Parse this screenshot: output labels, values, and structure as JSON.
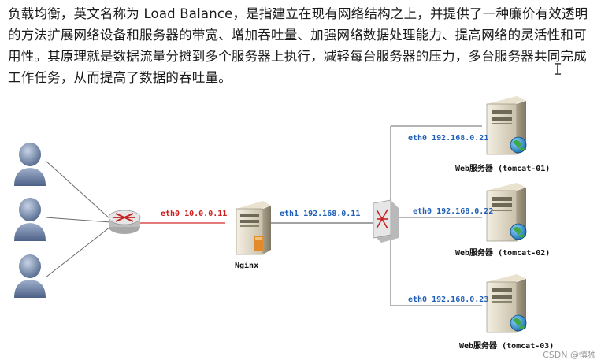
{
  "intro": {
    "text": "负载均衡，英文名称为 Load Balance，是指建立在现有网络结构之上，并提供了一种廉价有效透明的方法扩展网络设备和服务器的带宽、增加吞吐量、加强网络数据处理能力、提高网络的灵活性和可用性。其原理就是数据流量分摊到多个服务器上执行，减轻每台服务器的压力，多台服务器共同完成工作任务，从而提高了数据的吞吐量。"
  },
  "cursor": "I",
  "diagram": {
    "clients": [
      {
        "icon": "user-icon"
      },
      {
        "icon": "user-icon"
      },
      {
        "icon": "user-icon"
      }
    ],
    "router": {
      "icon": "router-icon"
    },
    "link_router_nginx": {
      "label": "eth0 10.0.0.11"
    },
    "nginx": {
      "icon": "server-icon",
      "name": "Nginx"
    },
    "link_nginx_switch": {
      "label": "eth1 192.168.0.11"
    },
    "switch": {
      "icon": "switch-icon"
    },
    "servers": [
      {
        "eth_label": "eth0 192.168.0.21",
        "name": "Web服务器 (tomcat-01)",
        "icon": "server-icon"
      },
      {
        "eth_label": "eth0 192.168.0.22",
        "name": "Web服务器 (tomcat-02)",
        "icon": "server-icon"
      },
      {
        "eth_label": "eth0 192.168.0.23",
        "name": "Web服务器 (tomcat-03)",
        "icon": "server-icon"
      }
    ],
    "colors": {
      "wan_link": "#d12a2a",
      "lan_link": "#1f5fb8",
      "line": "#6a6a6a"
    }
  },
  "watermark": "CSDN @慎独"
}
